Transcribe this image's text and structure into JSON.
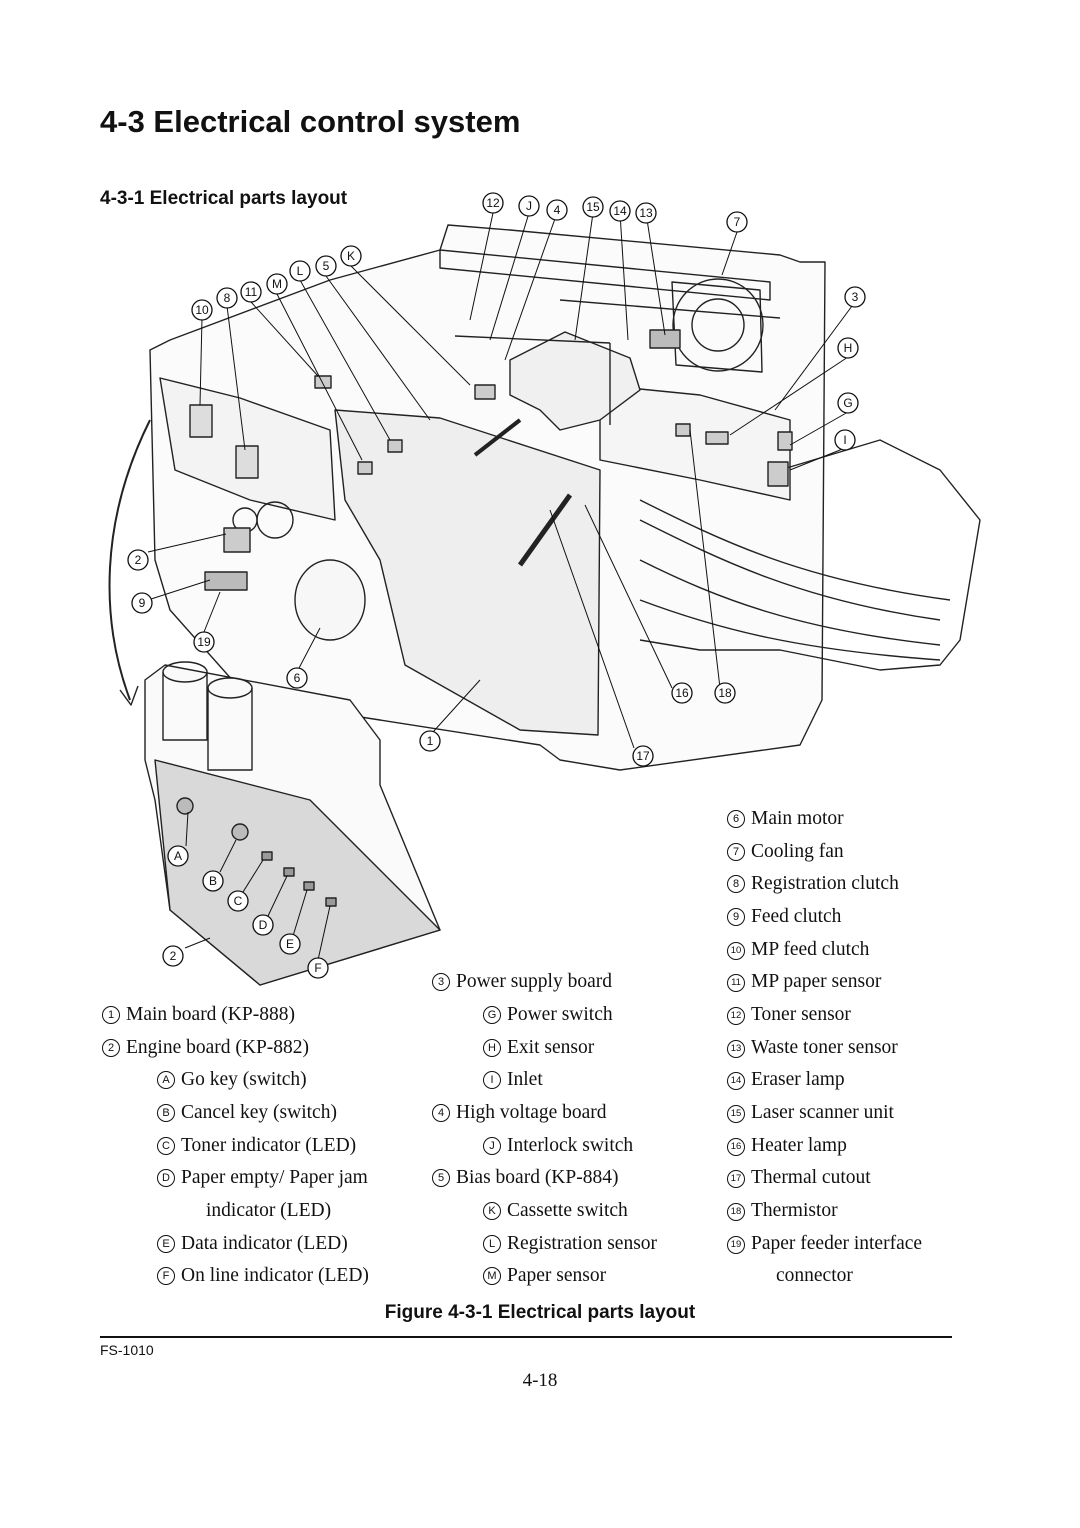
{
  "header": {
    "title": "4-3 Electrical control system",
    "subtitle": "4-3-1 Electrical parts layout"
  },
  "figure_callouts": [
    {
      "id": "c12",
      "label": "12"
    },
    {
      "id": "cJ",
      "label": "J"
    },
    {
      "id": "c4",
      "label": "4"
    },
    {
      "id": "c15",
      "label": "15"
    },
    {
      "id": "c14",
      "label": "14"
    },
    {
      "id": "c13",
      "label": "13"
    },
    {
      "id": "c7",
      "label": "7"
    },
    {
      "id": "cK",
      "label": "K"
    },
    {
      "id": "c5",
      "label": "5"
    },
    {
      "id": "cL",
      "label": "L"
    },
    {
      "id": "cM",
      "label": "M"
    },
    {
      "id": "c11",
      "label": "11"
    },
    {
      "id": "c8",
      "label": "8"
    },
    {
      "id": "c10",
      "label": "10"
    },
    {
      "id": "c3",
      "label": "3"
    },
    {
      "id": "cH",
      "label": "H"
    },
    {
      "id": "cG",
      "label": "G"
    },
    {
      "id": "cI",
      "label": "I"
    },
    {
      "id": "c2a",
      "label": "2"
    },
    {
      "id": "c9",
      "label": "9"
    },
    {
      "id": "c19",
      "label": "19"
    },
    {
      "id": "c6",
      "label": "6"
    },
    {
      "id": "c16",
      "label": "16"
    },
    {
      "id": "c18",
      "label": "18"
    },
    {
      "id": "c1",
      "label": "1"
    },
    {
      "id": "c17",
      "label": "17"
    },
    {
      "id": "cA",
      "label": "A"
    },
    {
      "id": "cB",
      "label": "B"
    },
    {
      "id": "cC",
      "label": "C"
    },
    {
      "id": "cD",
      "label": "D"
    },
    {
      "id": "cE",
      "label": "E"
    },
    {
      "id": "c2b",
      "label": "2"
    },
    {
      "id": "cF",
      "label": "F"
    }
  ],
  "legend": {
    "col1": [
      {
        "key": "1",
        "text": "Main board (KP-888)"
      },
      {
        "key": "2",
        "text": "Engine board (KP-882)"
      },
      {
        "key": "A",
        "text": "Go key (switch)"
      },
      {
        "key": "B",
        "text": "Cancel key (switch)"
      },
      {
        "key": "C",
        "text": "Toner indicator (LED)"
      },
      {
        "key": "D",
        "text": "Paper empty/ Paper jam"
      },
      {
        "key": "",
        "text": "indicator (LED)"
      },
      {
        "key": "E",
        "text": "Data indicator (LED)"
      },
      {
        "key": "F",
        "text": "On line indicator (LED)"
      }
    ],
    "col2": [
      {
        "key": "3",
        "text": "Power supply board"
      },
      {
        "key": "G",
        "text": "Power switch"
      },
      {
        "key": "H",
        "text": "Exit sensor"
      },
      {
        "key": "I",
        "text": "Inlet"
      },
      {
        "key": "4",
        "text": "High voltage board"
      },
      {
        "key": "J",
        "text": "Interlock switch"
      },
      {
        "key": "5",
        "text": "Bias board (KP-884)"
      },
      {
        "key": "K",
        "text": "Cassette switch"
      },
      {
        "key": "L",
        "text": "Registration sensor"
      },
      {
        "key": "M",
        "text": "Paper sensor"
      }
    ],
    "col3": [
      {
        "key": "6",
        "text": "Main motor"
      },
      {
        "key": "7",
        "text": "Cooling fan"
      },
      {
        "key": "8",
        "text": "Registration clutch"
      },
      {
        "key": "9",
        "text": "Feed clutch"
      },
      {
        "key": "10",
        "text": "MP feed clutch"
      },
      {
        "key": "11",
        "text": "MP paper sensor"
      },
      {
        "key": "12",
        "text": "Toner sensor"
      },
      {
        "key": "13",
        "text": "Waste toner sensor"
      },
      {
        "key": "14",
        "text": "Eraser lamp"
      },
      {
        "key": "15",
        "text": "Laser scanner unit"
      },
      {
        "key": "16",
        "text": "Heater lamp"
      },
      {
        "key": "17",
        "text": "Thermal cutout"
      },
      {
        "key": "18",
        "text": "Thermistor"
      },
      {
        "key": "19",
        "text": "Paper feeder interface"
      },
      {
        "key": "",
        "text": "connector"
      }
    ]
  },
  "caption": "Figure 4-3-1 Electrical parts layout",
  "footer": {
    "model": "FS-1010",
    "page_number": "4-18"
  }
}
